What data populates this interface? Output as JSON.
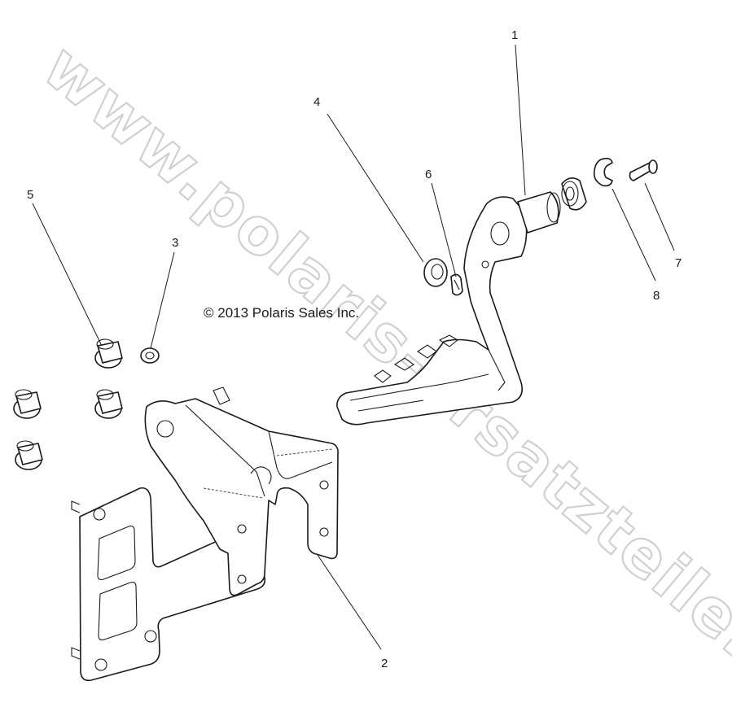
{
  "copyright": "© 2013 Polaris Sales Inc.",
  "watermark": "www.polaris-ersatzteile.de",
  "callouts": [
    {
      "id": "1",
      "label": "1"
    },
    {
      "id": "2",
      "label": "2"
    },
    {
      "id": "3",
      "label": "3"
    },
    {
      "id": "4",
      "label": "4"
    },
    {
      "id": "5",
      "label": "5"
    },
    {
      "id": "6",
      "label": "6"
    },
    {
      "id": "7",
      "label": "7"
    },
    {
      "id": "8",
      "label": "8"
    }
  ],
  "colors": {
    "line": "#1a1a1a",
    "watermark": "#d0d0d0",
    "background": "#ffffff"
  }
}
